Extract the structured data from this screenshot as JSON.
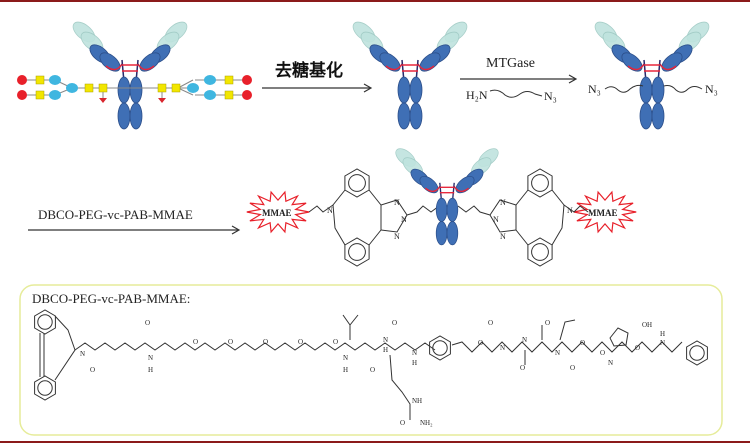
{
  "colors": {
    "border": "#8b1a1a",
    "light_chain": "#bfe3de",
    "heavy_chain": "#3f6fb5",
    "hinge": "#e8253a",
    "glycan_red": "#e8202a",
    "glycan_yellow": "#f2e600",
    "glycan_blue": "#3fb6e0",
    "box_border": "#e6ec9a"
  },
  "steps": {
    "deglycosylation_label": "去糖基化",
    "enzyme_label": "MTGase",
    "amine_reagent": {
      "left": "H₂N",
      "right": "N₃"
    },
    "azide_label_left": "N₃",
    "azide_label_right": "N₃",
    "click_reagent_label": "DBCO-PEG-vc-PAB-MMAE",
    "payload_left": "MMAE",
    "payload_right": "MMAE",
    "dbco_atoms": [
      "N",
      "N",
      "N",
      "N",
      "N",
      "N",
      "N",
      "N"
    ]
  },
  "structure_box": {
    "title": "DBCO-PEG-vc-PAB-MMAE:",
    "atom_labels": [
      "O",
      "N",
      "O",
      "N",
      "H",
      "O",
      "O",
      "O",
      "O",
      "O",
      "N",
      "H",
      "O",
      "N",
      "H",
      "O",
      "N",
      "H",
      "O",
      "O",
      "N",
      "O",
      "N",
      "O",
      "N",
      "O",
      "O",
      "O",
      "N",
      "O",
      "OH",
      "N",
      "H",
      "NH",
      "O",
      "NH₂"
    ]
  }
}
